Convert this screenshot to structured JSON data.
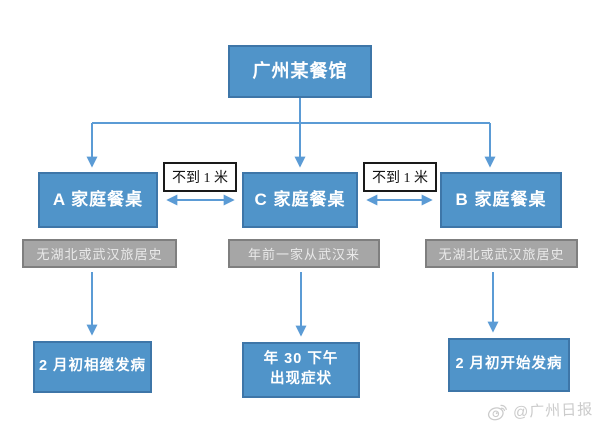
{
  "colors": {
    "node_blue_fill": "#5094c9",
    "node_blue_border": "#3e76a8",
    "note_gray_fill": "#a6a6a6",
    "note_gray_border": "#7f7f7f",
    "connector_blue": "#5b9bd5",
    "distance_label_border": "#1a1a1a",
    "watermark_gray": "#cbcbcb"
  },
  "diagram": {
    "root": {
      "label": "广州某餐馆"
    },
    "distance_labels": {
      "left": "不到 1 米",
      "right": "不到 1 米"
    },
    "tables": [
      {
        "id": "A",
        "label": "A 家庭餐桌",
        "note": "无湖北或武汉旅居史",
        "outcome": [
          "2 月初相继发病"
        ]
      },
      {
        "id": "C",
        "label": "C 家庭餐桌",
        "note": "年前一家从武汉来",
        "outcome": [
          "年 30 下午",
          "出现症状"
        ]
      },
      {
        "id": "B",
        "label": "B 家庭餐桌",
        "note": "无湖北或武汉旅居史",
        "outcome": [
          "2 月初开始发病"
        ]
      }
    ]
  },
  "watermark": {
    "handle": "@广州日报"
  }
}
